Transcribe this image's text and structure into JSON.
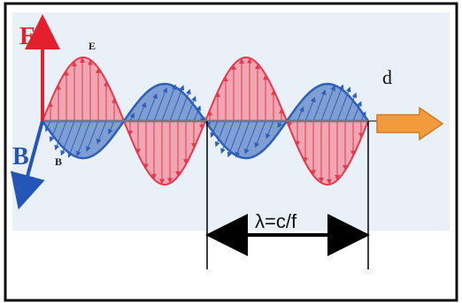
{
  "labels": {
    "e_axis": "E",
    "e_wave": "E",
    "b_axis": "B",
    "b_wave": "B",
    "direction": "d",
    "wavelength": "λ=c/f"
  },
  "colors": {
    "background_panel": "#e9f0f7",
    "e_field_fill": "#f1a6b3",
    "e_field_stroke": "#e8384e",
    "b_field_fill": "#7f9fd4",
    "b_field_stroke": "#2f5fb8",
    "e_axis_arrow": "#e3202e",
    "b_axis_arrow": "#2356b5",
    "propagation_arrow": "#f39a3d",
    "border": "#111111"
  },
  "icons": {
    "propagation": "arrow-right-icon",
    "wavelength_marker": "double-arrow-icon"
  }
}
